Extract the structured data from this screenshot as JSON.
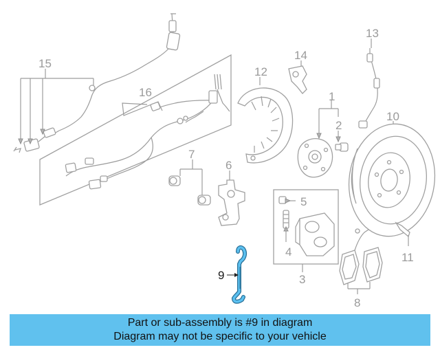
{
  "callouts": {
    "c1": "1",
    "c2": "2",
    "c3": "3",
    "c4": "4",
    "c5": "5",
    "c6": "6",
    "c7": "7",
    "c8": "8",
    "c9": "9",
    "c10": "10",
    "c11": "11",
    "c12": "12",
    "c13": "13",
    "c14": "14",
    "c15": "15",
    "c16": "16"
  },
  "highlight": {
    "part_number": "9",
    "color": "#5bc0f0"
  },
  "banner": {
    "line1": "Part or sub-assembly is #9 in diagram",
    "line2": "Diagram may not be specific to your vehicle",
    "background": "#60c1ee"
  }
}
